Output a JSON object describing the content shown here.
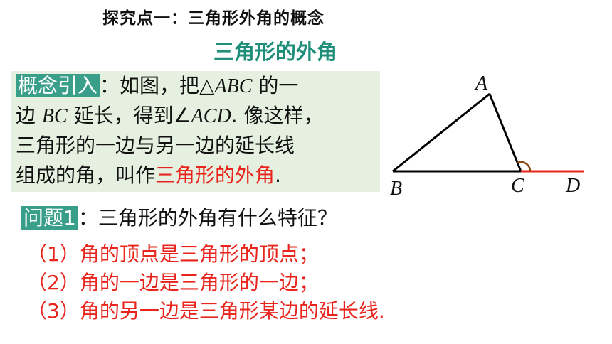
{
  "header": {
    "section_title": "探究点一：三角形外角的概念",
    "subtitle": "三角形的外角"
  },
  "concept": {
    "tag": "概念引入",
    "line1_a": "：如图，把△",
    "line1_abc": "ABC",
    "line1_b": " 的一",
    "line2_a": "边 ",
    "line2_bc": "BC",
    "line2_b": " 延长，得到∠",
    "line2_acd": "ACD",
    "line2_c": ". 像这样，",
    "line3": "三角形的一边与另一边的延长线",
    "line4_a": "组成的角，叫作",
    "line4_red": "三角形的外角",
    "line4_end": "."
  },
  "question": {
    "tag": "问题1",
    "text": "：三角形的外角有什么特征？"
  },
  "answers": [
    "（1）角的顶点是三角形的顶点；",
    "（2）角的一边是三角形的一边；",
    "（3）角的另一边是三角形某边的延长线."
  ],
  "diagram": {
    "labels": {
      "A": "A",
      "B": "B",
      "C": "C",
      "D": "D"
    },
    "line_color": "#000000",
    "extension_color": "#e8241c",
    "angle_arc_color": "#8b4513"
  }
}
